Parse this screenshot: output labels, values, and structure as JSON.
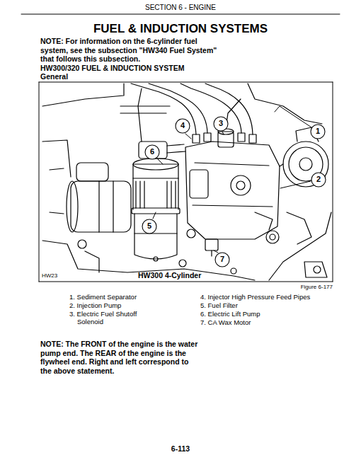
{
  "diagram": {
    "title": "FUEL & INDUCTION SYSTEMS",
    "labels": [
      "SECTION 6 - ENGINE",
      "NOTE: For information on the 6-cylinder fuel system, see the subsection \"HW340 Fuel System\" that follows this subsection.",
      "HW300/320 FUEL & INDUCTION SYSTEM",
      "General",
      "4",
      "3",
      "1",
      "6",
      "2",
      "5",
      "7",
      "HW23",
      "HW300 4-Cylinder",
      "Figure 6-177",
      "1. Sediment Separator",
      "2. Injection Pump",
      "3. Electric Fuel Shutoff Solenoid",
      "4. Injector High Pressure Feed Pipes",
      "5. Fuel Filter",
      "6. Electric Lift Pump",
      "7. CA Wax Motor",
      "NOTE: The FRONT of the engine is the water pump end. The REAR of the engine is the flywheel end. Right and left correspond to the above statement.",
      "6-113"
    ]
  }
}
